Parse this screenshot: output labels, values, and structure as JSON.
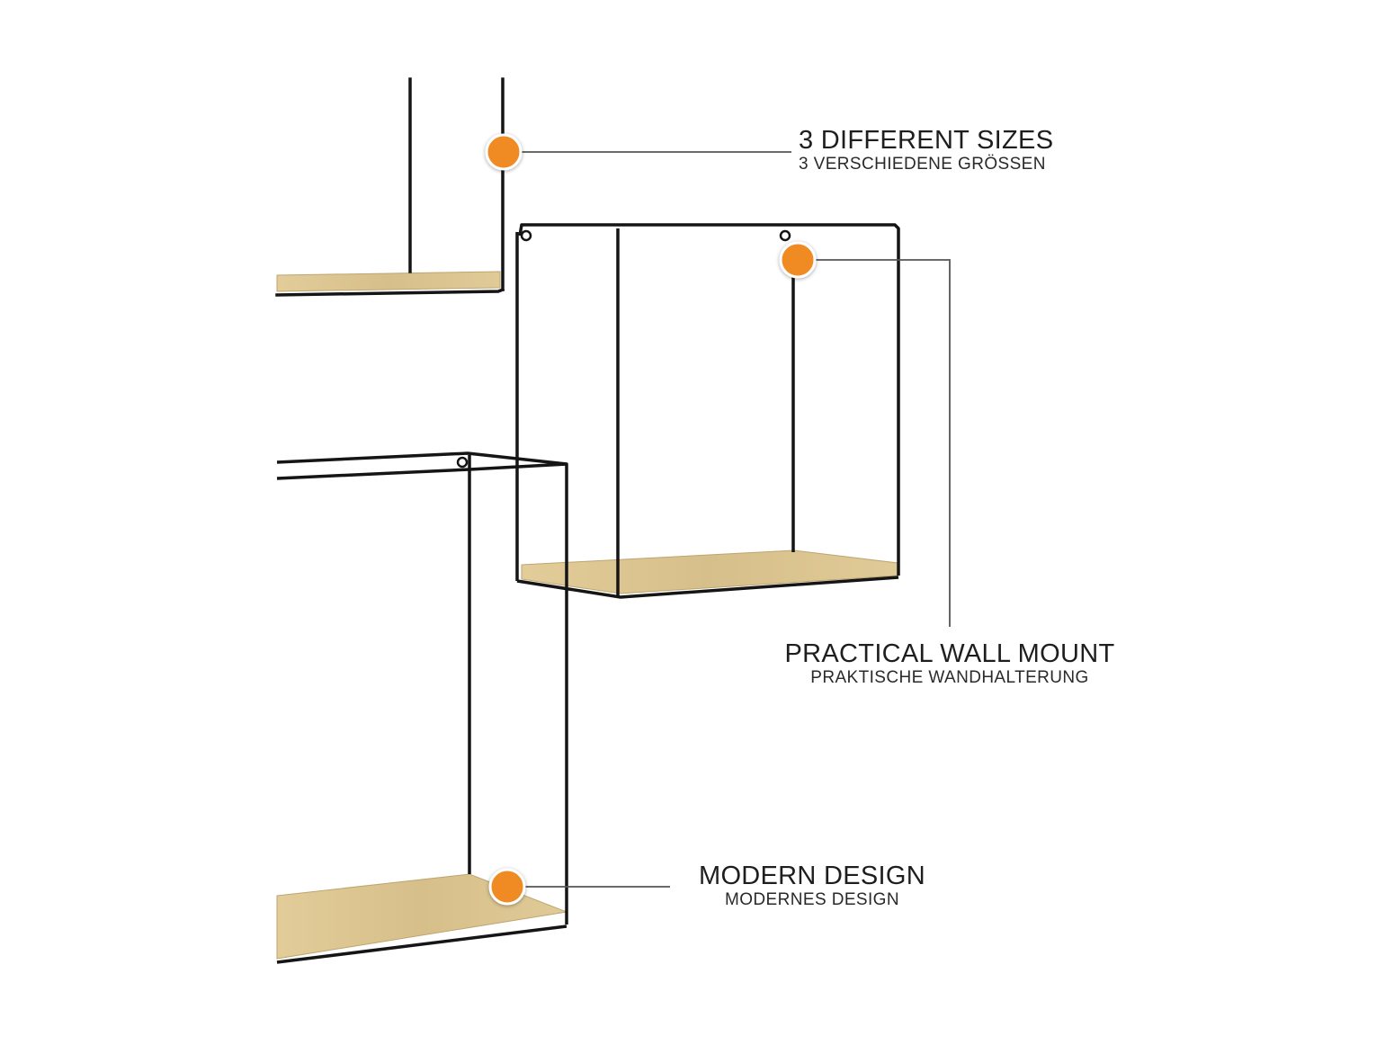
{
  "callouts": [
    {
      "title": "3 DIFFERENT SIZES",
      "subtitle": "3 VERSCHIEDENE GRÖSSEN"
    },
    {
      "title": "PRACTICAL WALL MOUNT",
      "subtitle": "PRAKTISCHE WANDHALTERUNG"
    },
    {
      "title": "MODERN DESIGN",
      "subtitle": "MODERNES DESIGN"
    }
  ],
  "colors": {
    "background": "#ffffff",
    "frame": "#151515",
    "wood": "#d8c28f",
    "wood_edge": "#bfa56f",
    "marker": "#f08a24",
    "leader_line": "#555555",
    "text": "#1e1e1e"
  }
}
